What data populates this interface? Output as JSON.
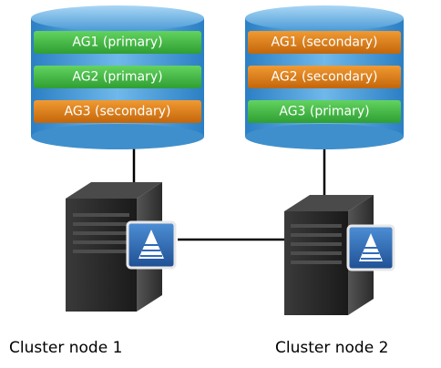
{
  "nodes": [
    {
      "label": "Cluster node 1",
      "groups": [
        {
          "label": "AG1 (primary)",
          "role": "primary"
        },
        {
          "label": "AG2 (primary)",
          "role": "primary"
        },
        {
          "label": "AG3 (secondary)",
          "role": "secondary"
        }
      ]
    },
    {
      "label": "Cluster node 2",
      "groups": [
        {
          "label": "AG1 (secondary)",
          "role": "secondary"
        },
        {
          "label": "AG2 (secondary)",
          "role": "secondary"
        },
        {
          "label": "AG3 (primary)",
          "role": "primary"
        }
      ]
    }
  ],
  "colors": {
    "primary": "#3dbb3f",
    "secondary": "#d8790f",
    "cylinder": "#4fa0d8",
    "server": "#262626",
    "badge": "#2f6bb8"
  }
}
